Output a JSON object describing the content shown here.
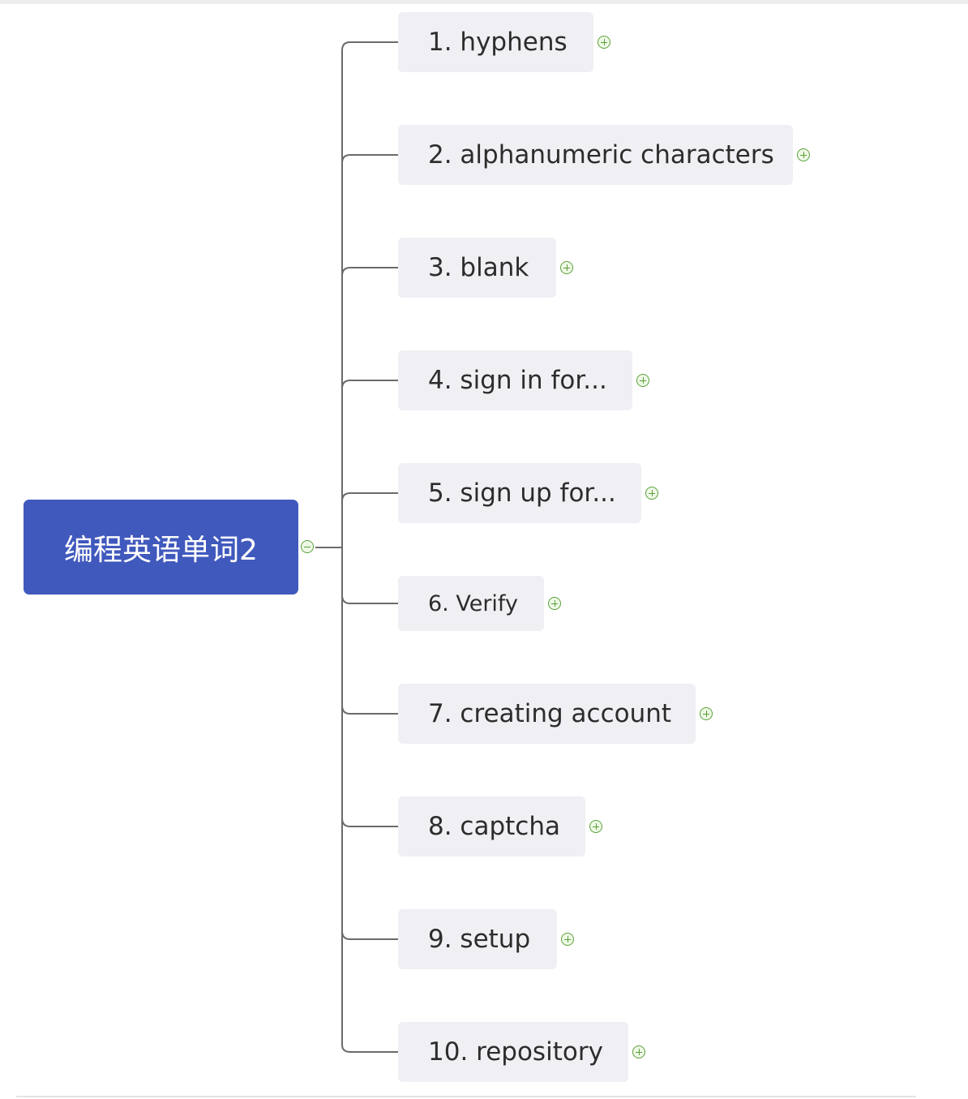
{
  "mindmap": {
    "root": {
      "label": "编程英语单词2"
    },
    "topics": [
      {
        "label": "1. hyphens"
      },
      {
        "label": "2. alphanumeric characters"
      },
      {
        "label": "3. blank"
      },
      {
        "label": "4. sign in for..."
      },
      {
        "label": "5. sign up for..."
      },
      {
        "label": "6. Verify"
      },
      {
        "label": "7. creating account"
      },
      {
        "label": "8. captcha"
      },
      {
        "label": "9. setup"
      },
      {
        "label": "10. repository"
      }
    ]
  },
  "colors": {
    "root_fill": "#4059bd",
    "topic_fill": "#efeff4",
    "connector": "#6b6b6b",
    "toggle": "#5aa03a"
  }
}
